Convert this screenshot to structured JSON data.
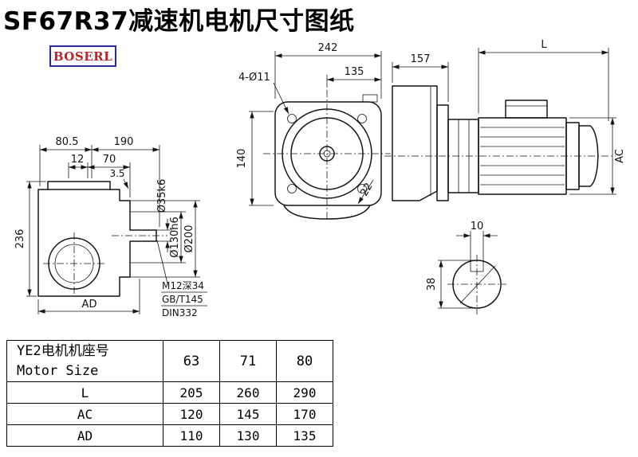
{
  "title": "SF67R37减速机电机尺寸图纸",
  "logo": "BOSERL",
  "drawing": {
    "front": {
      "d242": "242",
      "d135": "135",
      "holes": "4-Ø11",
      "d140": "140",
      "d22": "22"
    },
    "side": {
      "d80_5": "80.5",
      "d190": "190",
      "d12": "12",
      "d70": "70",
      "d3_5": "3.5",
      "d236": "236",
      "dAD": "AD",
      "dia35": "Ø35k6",
      "dia130": "Ø130h6",
      "dia200": "Ø200",
      "note1": "M12深34",
      "note2": "GB/T145",
      "note3": "DIN332"
    },
    "motor": {
      "d157": "157",
      "dL": "L",
      "dAC": "AC"
    },
    "shaft": {
      "d10": "10",
      "d38": "38"
    }
  },
  "table": {
    "header": {
      "line1": "YE2电机机座号",
      "line2": "Motor Size"
    },
    "columns": [
      "63",
      "71",
      "80"
    ],
    "rows": [
      {
        "label": "L",
        "values": [
          "205",
          "260",
          "290"
        ]
      },
      {
        "label": "AC",
        "values": [
          "120",
          "145",
          "170"
        ]
      },
      {
        "label": "AD",
        "values": [
          "110",
          "130",
          "135"
        ]
      }
    ]
  }
}
